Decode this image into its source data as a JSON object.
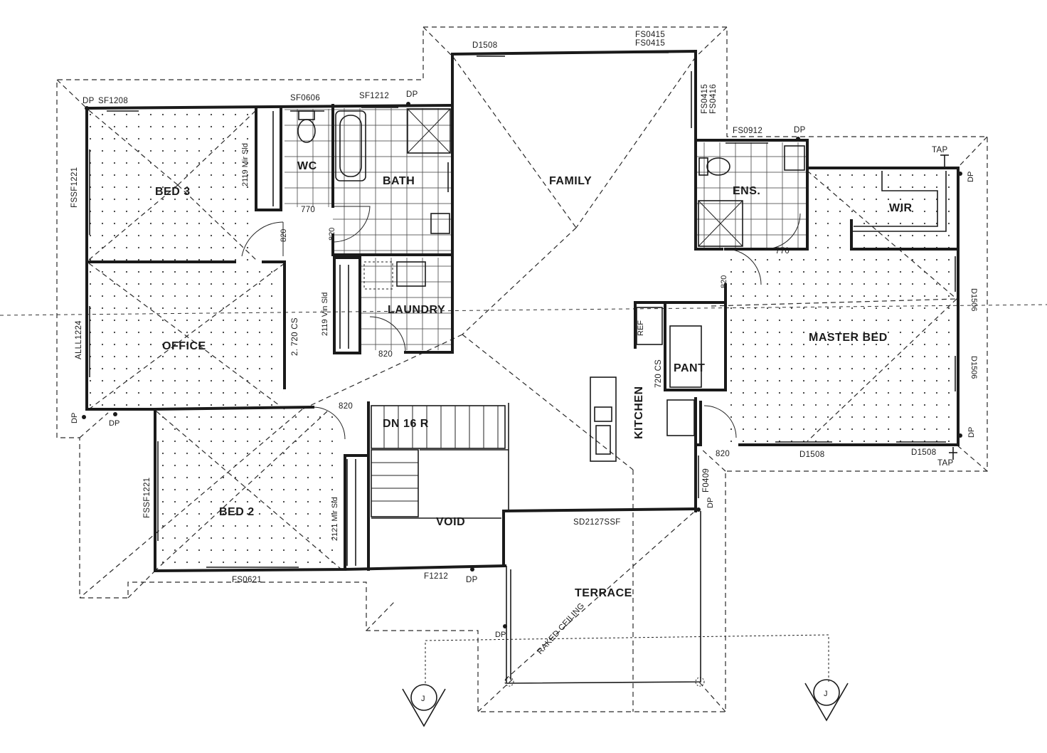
{
  "colors": {
    "ink": "#1a1a1a",
    "paper": "#ffffff",
    "dot": "#3a3a3a"
  },
  "rooms": {
    "bed3": "BED 3",
    "wc": "WC",
    "bath": "BATH",
    "family": "FAMILY",
    "ens": "ENS.",
    "wir": "WIR",
    "laundry": "LAUNDRY",
    "office": "OFFICE",
    "kitchen": "KITCHEN",
    "pant": "PANT",
    "master_bed": "MASTER BED",
    "bed2": "BED 2",
    "void": "VOID",
    "terrace": "TERRACE",
    "stair": "DN 16 R"
  },
  "labels": {
    "dp_bed3": "DP",
    "sf1208": "SF1208",
    "sf0606": "SF0606",
    "sf1212": "SF1212",
    "dp_bath": "DP",
    "d1508_top": "D1508",
    "fs0415_a": "FS0415",
    "fs0415_b": "FS0415",
    "fs0415_c": "FS0415",
    "fs0416": "FS0416",
    "fs0912": "FS0912",
    "dp_ens": "DP",
    "tap_top": "TAP",
    "dp_right_top": "DP",
    "fssf1221_bed3": "FSSF1221",
    "mir_sld_bed3": "2119 Mir Sld",
    "dim770_wc": "770",
    "dim820_bed3": "820",
    "dim820_bath": "820",
    "dim770_ens": "770",
    "dim820_master": "820",
    "d1506_a": "D1506",
    "d1506_b": "D1506",
    "alll1224": "ALLL1224",
    "cs720_office": "2. 720 CS",
    "vin_sld": "2119 Vin Sld",
    "dim820_laundry": "820",
    "ref": "REF",
    "cs720_pant": "720 CS",
    "dp_office_a": "DP",
    "dp_office_b": "DP",
    "dim820_bed2": "820",
    "fssf1221_bed2": "FSSF1221",
    "mir_sld_bed2": "2121 Mir Sld",
    "fs0621": "FS0621",
    "f1212": "F1212",
    "dp_void": "DP",
    "sd2127": "SD2127SSF",
    "f0409": "F0409",
    "dp_kitchen": "DP",
    "dim820_kitchen": "820",
    "d1508_bot": "D1508",
    "d1508_bot2": "D1508",
    "dp_right_bot": "DP",
    "tap_bot": "TAP",
    "raked_ceiling": "RAKED CEILING",
    "dp_terrace": "DP",
    "j_left": "J",
    "j_right": "J"
  }
}
